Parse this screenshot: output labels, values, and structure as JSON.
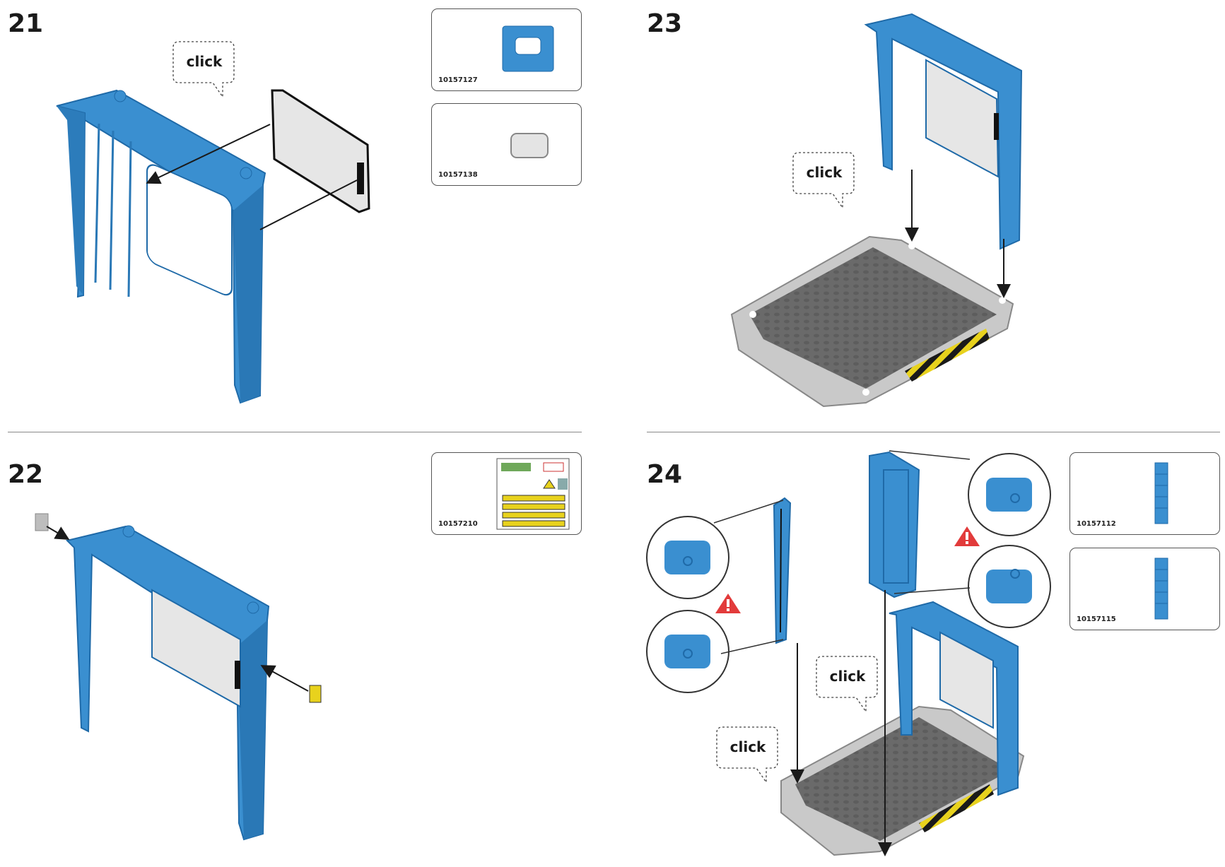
{
  "steps": [
    {
      "number": "21",
      "parts": [
        "10157127",
        "10157138"
      ],
      "bubbles": [
        "click"
      ]
    },
    {
      "number": "22",
      "parts": [
        "10157210"
      ],
      "bubbles": []
    },
    {
      "number": "23",
      "parts": [],
      "bubbles": [
        "click"
      ]
    },
    {
      "number": "24",
      "parts": [
        "10157112",
        "10157115"
      ],
      "bubbles": [
        "click",
        "click"
      ]
    }
  ],
  "colors": {
    "wall_blue": "#3a8fd0",
    "wall_blue_dark": "#1f6aa8",
    "floor_gray": "#6b6b6b",
    "hazard_yellow": "#e8d21d",
    "warning_red": "#e23b3b"
  },
  "icons": [
    "warning-icon",
    "arrow-icon",
    "zoom-callout-icon"
  ]
}
